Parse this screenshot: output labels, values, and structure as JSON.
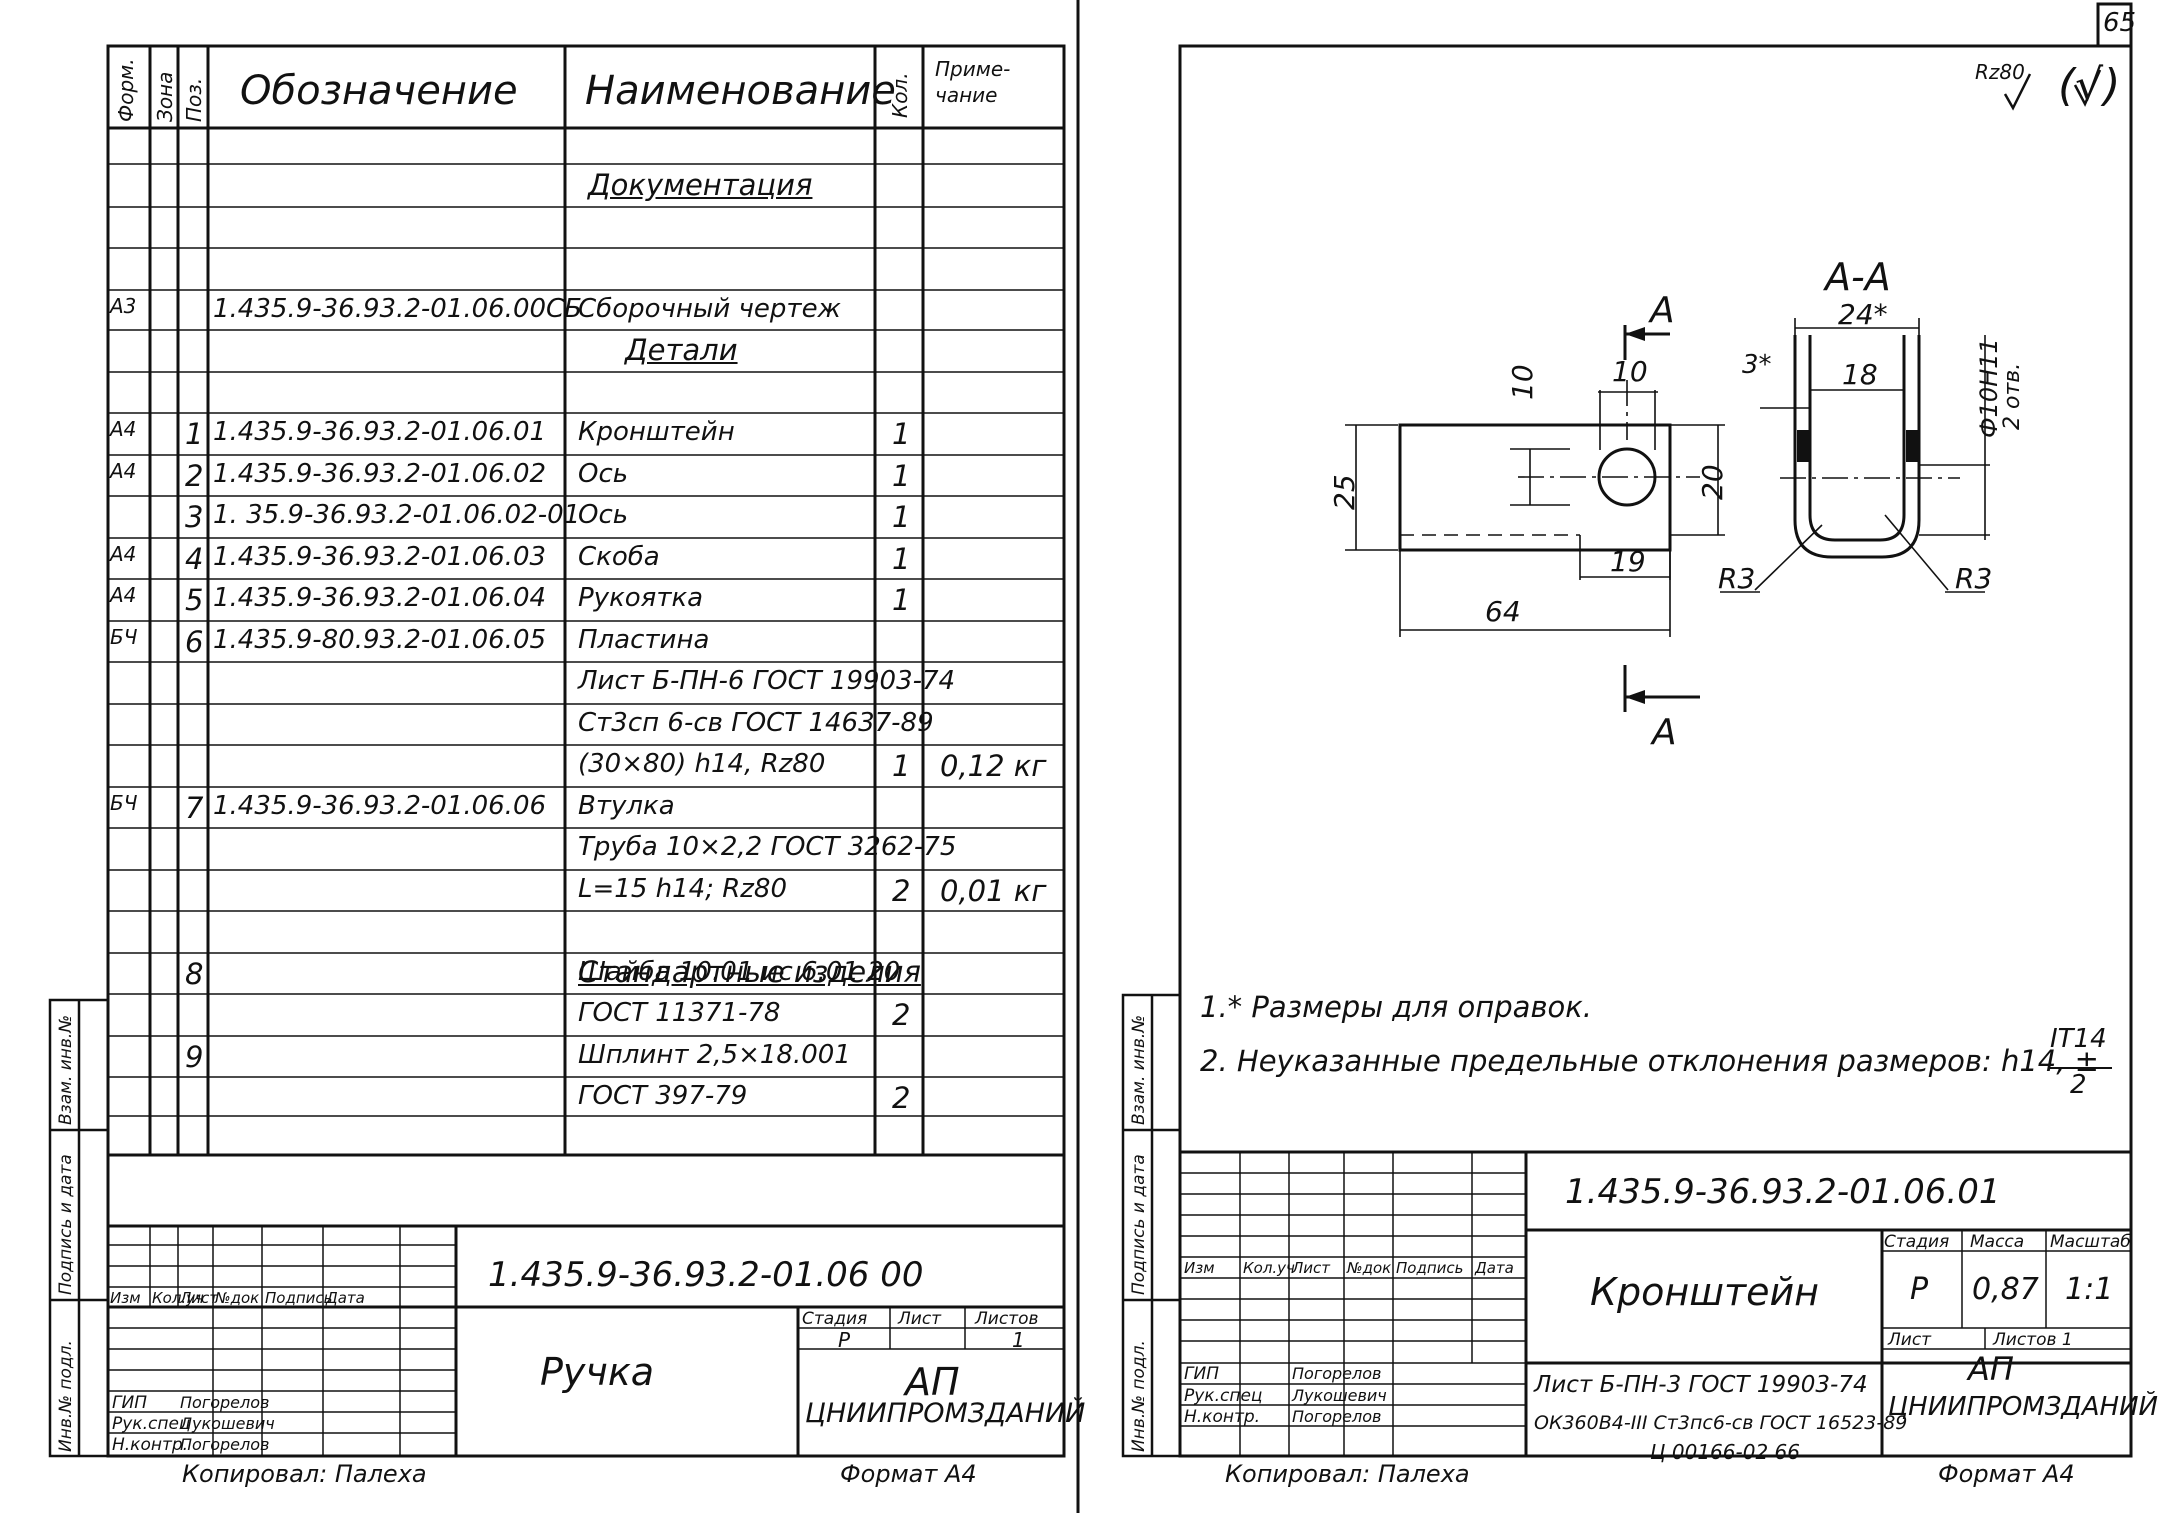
{
  "left_sheet": {
    "columns": {
      "format": "Форм.",
      "zone": "Зона",
      "pos": "Поз.",
      "designation": "Обозначение",
      "name": "Наименование",
      "qty": "Кол.",
      "note": "Приме-\nчание"
    },
    "sections": {
      "documentation": "Документация",
      "details": "Детали",
      "standard": "Стандартные изделия"
    },
    "rows": [
      {
        "format": "А3",
        "pos": "",
        "designation": "1.435.9-36.93.2-01.06.00СБ",
        "name": "Сборочный чертеж",
        "qty": "",
        "note": ""
      },
      {
        "format": "А4",
        "pos": "1",
        "designation": "1.435.9-36.93.2-01.06.01",
        "name": "Кронштейн",
        "qty": "1",
        "note": ""
      },
      {
        "format": "А4",
        "pos": "2",
        "designation": "1.435.9-36.93.2-01.06.02",
        "name": "Ось",
        "qty": "1",
        "note": ""
      },
      {
        "format": "",
        "pos": "3",
        "designation": "1. 35.9-36.93.2-01.06.02-01",
        "name": "Ось",
        "qty": "1",
        "note": ""
      },
      {
        "format": "А4",
        "pos": "4",
        "designation": "1.435.9-36.93.2-01.06.03",
        "name": "Скоба",
        "qty": "1",
        "note": ""
      },
      {
        "format": "А4",
        "pos": "5",
        "designation": "1.435.9-36.93.2-01.06.04",
        "name": "Рукоятка",
        "qty": "1",
        "note": ""
      },
      {
        "format": "БЧ",
        "pos": "6",
        "designation": "1.435.9-80.93.2-01.06.05",
        "name": "Пластина",
        "qty": "",
        "note": ""
      },
      {
        "format": "",
        "pos": "",
        "designation": "",
        "name": "Лист Б-ПН-6 ГОСТ 19903-74",
        "qty": "",
        "note": ""
      },
      {
        "format": "",
        "pos": "",
        "designation": "",
        "name": "Ст3сп 6-св ГОСТ 14637-89",
        "qty": "",
        "note": ""
      },
      {
        "format": "",
        "pos": "",
        "designation": "",
        "name": "(30×80) h14, Rz80",
        "qty": "1",
        "note": "0,12 кг"
      },
      {
        "format": "БЧ",
        "pos": "7",
        "designation": "1.435.9-36.93.2-01.06.06",
        "name": "Втулка",
        "qty": "",
        "note": ""
      },
      {
        "format": "",
        "pos": "",
        "designation": "",
        "name": "Труба 10×2,2 ГОСТ 3262-75",
        "qty": "",
        "note": ""
      },
      {
        "format": "",
        "pos": "",
        "designation": "",
        "name": "L=15 h14; Rz80",
        "qty": "2",
        "note": "0,01 кг"
      },
      {
        "format": "",
        "pos": "8",
        "designation": "",
        "name": "Шайба 10.01 ис 6.01 20",
        "qty": "",
        "note": ""
      },
      {
        "format": "",
        "pos": "",
        "designation": "",
        "name": "ГОСТ 11371-78",
        "qty": "2",
        "note": ""
      },
      {
        "format": "",
        "pos": "9",
        "designation": "",
        "name": "Шплинт 2,5×18.001",
        "qty": "",
        "note": ""
      },
      {
        "format": "",
        "pos": "",
        "designation": "",
        "name": "ГОСТ 397-79",
        "qty": "2",
        "note": ""
      }
    ],
    "side_labels": [
      "Взам. инв.№",
      "Подпись и дата",
      "Инв.№ подл."
    ],
    "title_block": {
      "code": "1.435.9-36.93.2-01.06 00",
      "title": "Ручка",
      "stage_label": "Стадия",
      "sheet_label": "Лист",
      "sheets_label": "Листов",
      "stage": "Р",
      "sheets": "1",
      "org_line1": "АП",
      "org_line2": "ЦНИИПРОМЗДАНИЙ",
      "header_cols": [
        "Изм",
        "Кол.уч",
        "Лист",
        "№док",
        "Подпись",
        "Дата"
      ],
      "roles": [
        "ГИП",
        "Рук.спец",
        "Н.контр."
      ],
      "people": [
        "Погорелов",
        "Лукошевич",
        "Погорелов"
      ]
    },
    "footer_copy": "Копировал: Палеха",
    "footer_format": "Формат А4"
  },
  "right_sheet": {
    "page_number": "65",
    "roughness": "Rz80",
    "roughness_paren": "(√)",
    "section_label": "А-А",
    "cut_letter": "А",
    "dims": {
      "d10_vert": "10",
      "d10_horiz": "10",
      "d25": "25",
      "d20": "20",
      "d19": "19",
      "d64": "64",
      "d24": "24*",
      "d18": "18",
      "d3": "3*",
      "hole": "Ф10Н11",
      "hole_count": "2 отв.",
      "r3_left": "R3",
      "r3_right": "R3"
    },
    "notes": [
      "1.* Размеры для оправок.",
      "2. Неуказанные предельные отклонения размеров: h14, ±"
    ],
    "tolerance_num": "IT14",
    "tolerance_den": "2",
    "side_labels": [
      "Взам. инв.№",
      "Подпись и дата",
      "Инв.№ подл."
    ],
    "title_block": {
      "code": "1.435.9-36.93.2-01.06.01",
      "title": "Кронштейн",
      "stage_label": "Стадия",
      "mass_label": "Масса",
      "scale_label": "Масштаб",
      "stage": "Р",
      "mass": "0,87",
      "scale": "1:1",
      "sheet_label": "Лист",
      "sheets_label": "Листов 1",
      "material_1": "Лист Б-ПН-3 ГОСТ 19903-74",
      "material_2": "ОК360В4-III Ст3пс6-св ГОСТ 16523-89",
      "org_line1": "АП",
      "org_line2": "ЦНИИПРОМЗДАНИЙ",
      "header_cols": [
        "Изм",
        "Кол.уч",
        "Лист",
        "№док",
        "Подпись",
        "Дата"
      ],
      "roles": [
        "ГИП",
        "Рук.спец",
        "Н.контр."
      ],
      "people": [
        "Погорелов",
        "Лукошевич",
        "Погорелов"
      ]
    },
    "footer_copy": "Копировал: Палеха",
    "footer_order": "Ц 00166-02 66",
    "footer_format": "Формат А4"
  }
}
